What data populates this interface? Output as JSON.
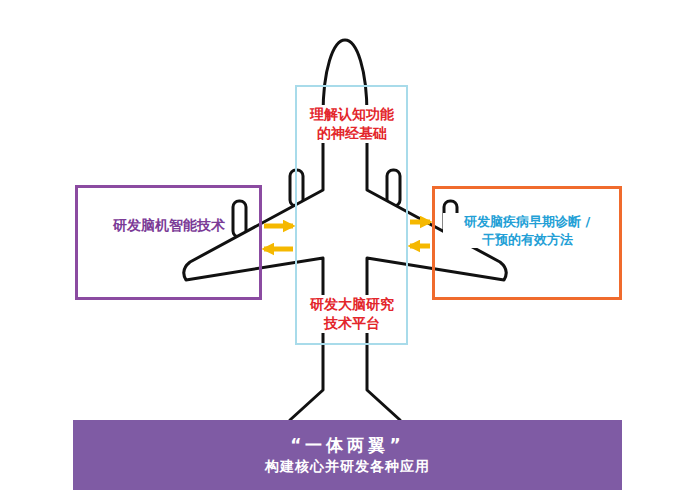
{
  "diagram": {
    "nodes": [
      {
        "text": [
          "理解认知功能 的神经基础",
          "研发大脑研究 技术平台"
        ]
      },
      {
        "text": [
          "研发脑机智能技术"
        ]
      },
      {
        "text": [
          "研发脑疾病早期诊断 /干预的有效方法"
        ]
      },
      {
        "text": [
          "“一体两翼”",
          "构建核心并研发各种应用"
        ]
      }
    ],
    "edges": [
      {
        "from": 1,
        "to": 0,
        "arrow": "to"
      },
      {
        "from": 0,
        "to": 1,
        "arrow": "to"
      },
      {
        "from": 0,
        "to": 2,
        "arrow": "to"
      },
      {
        "from": 2,
        "to": 0,
        "arrow": "to"
      }
    ]
  }
}
